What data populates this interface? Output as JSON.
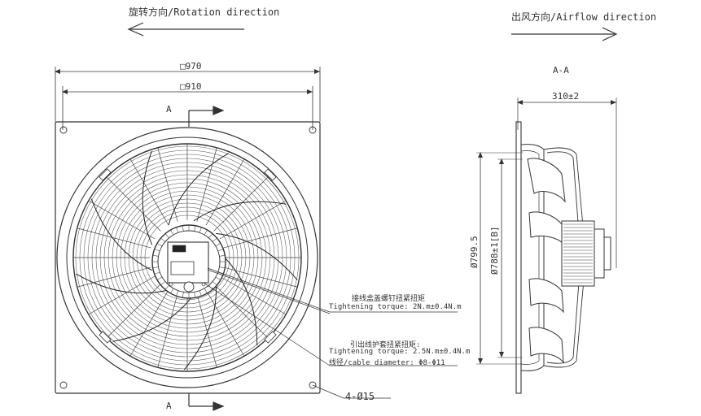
{
  "header": {
    "rotation_label": "旋转方向/Rotation direction",
    "airflow_label": "出风方向/Airflow direction"
  },
  "front_view": {
    "outer_dim": "□970",
    "inner_dim": "□910",
    "section_mark_top": "A",
    "section_mark_bottom": "A",
    "holes_label": "4-Ø15"
  },
  "side_view": {
    "title": "A-A",
    "depth_dim": "310±2",
    "dia_outer": "Ø799.5",
    "dia_inner": "Ø788±1[B]"
  },
  "notes": {
    "torque1_cn": "接线盒盖螺钉扭紧扭矩",
    "torque1_en": "Tightening torque: 2N.m±0.4N.m",
    "torque2_cn": "引出线护套扭紧扭矩:",
    "torque2_en": "Tightening torque: 2.5N.m±0.4N.m",
    "cable_dia": "线径/cable diameter: Φ8-Φ11"
  }
}
